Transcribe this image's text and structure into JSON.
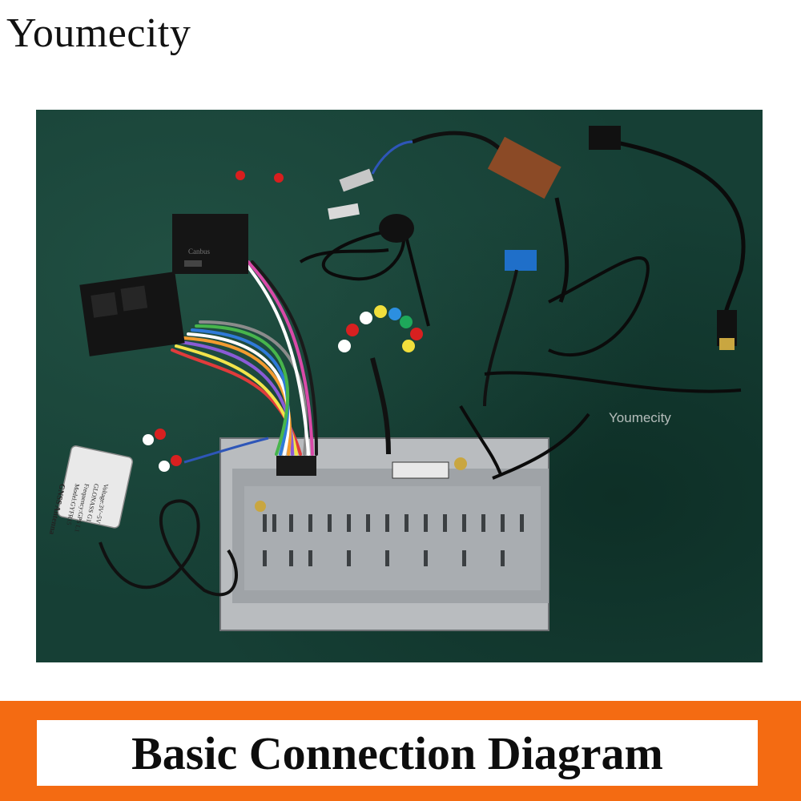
{
  "brand": {
    "name": "Youmecity"
  },
  "photo": {
    "watermark": "Youmecity",
    "gps_antenna_label": "GNSS Antenna",
    "gps_antenna_lines": [
      "Model:GYFR15",
      "Frequency:GPS L1",
      "GLONASS G1",
      "Voltage:3V~5V"
    ],
    "harness_box_label": "Canbus"
  },
  "footer": {
    "title": "Basic Connection Diagram",
    "accent_color": "#f46b12"
  }
}
